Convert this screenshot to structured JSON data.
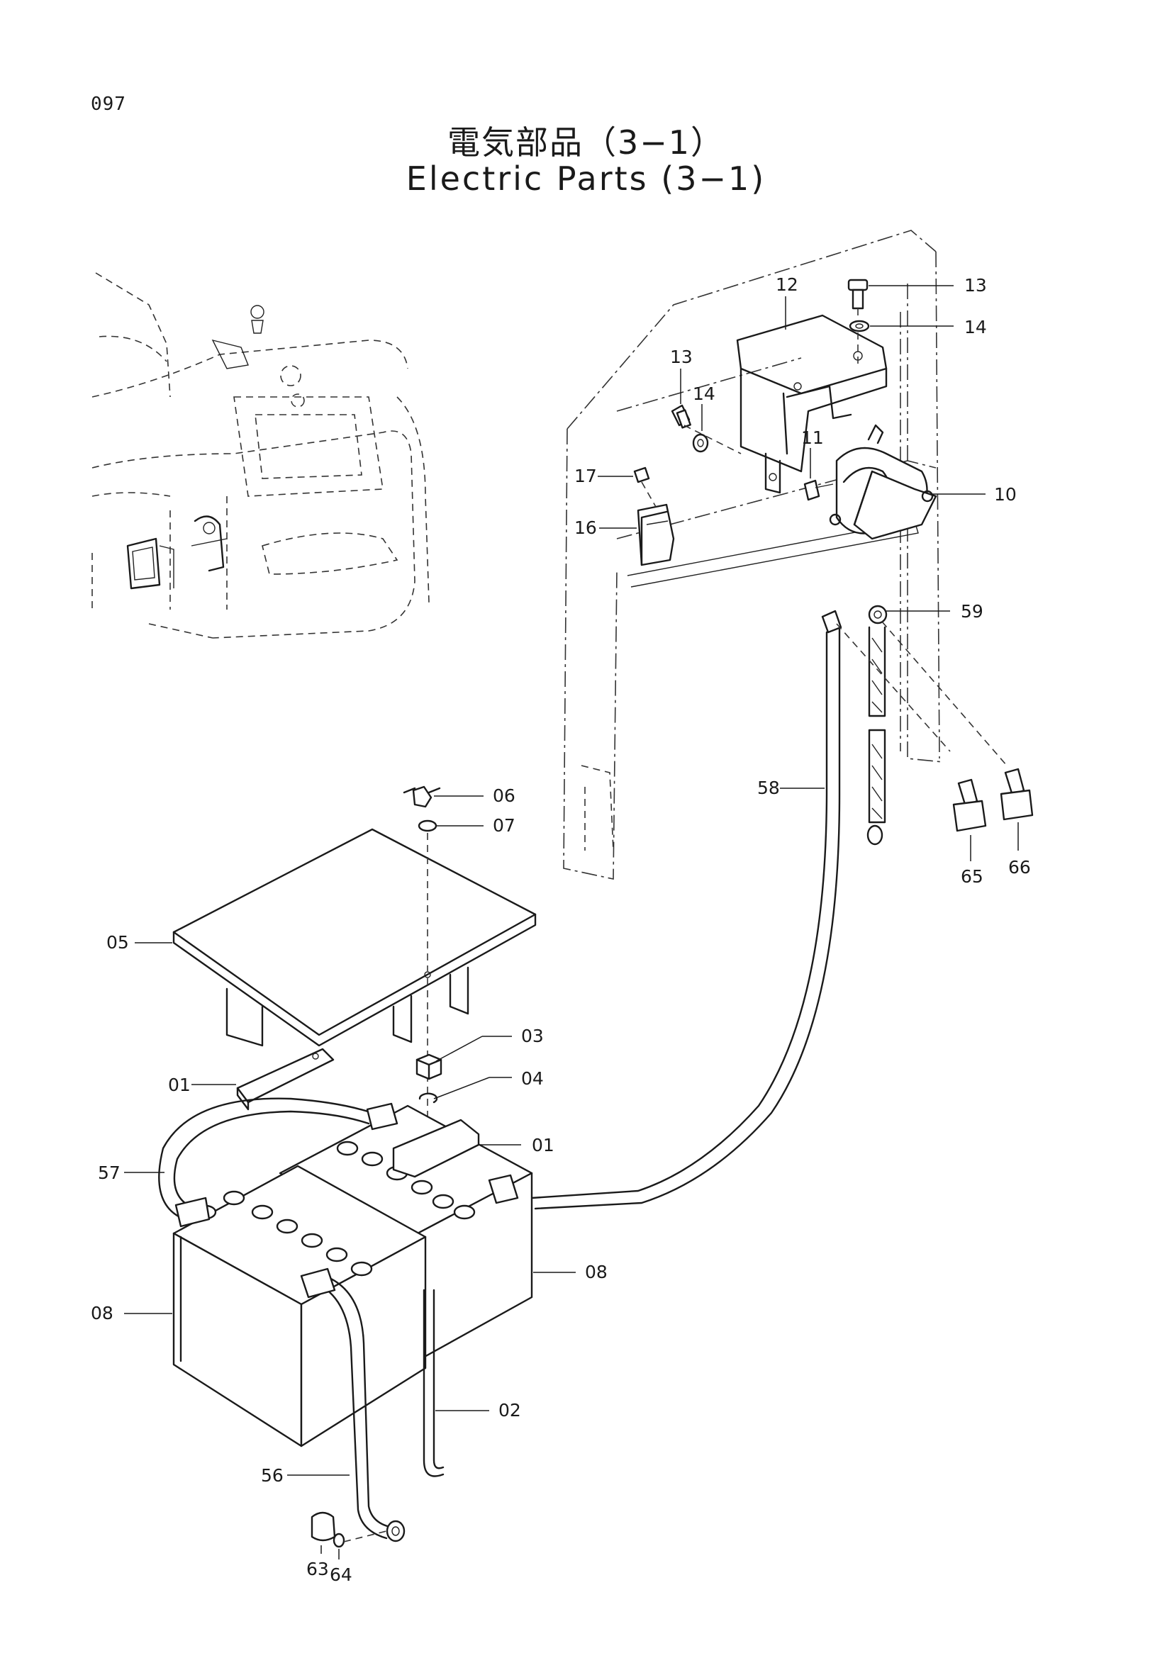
{
  "page_number": "097",
  "title_jp": "電気部品（3−1）",
  "title_en": "Electric Parts (3−1)",
  "callouts": [
    "13",
    "14",
    "12",
    "13",
    "14",
    "17",
    "11",
    "10",
    "16",
    "59",
    "58",
    "06",
    "07",
    "65",
    "66",
    "05",
    "03",
    "01",
    "04",
    "01",
    "57",
    "08",
    "08",
    "02",
    "56",
    "63",
    "64"
  ]
}
